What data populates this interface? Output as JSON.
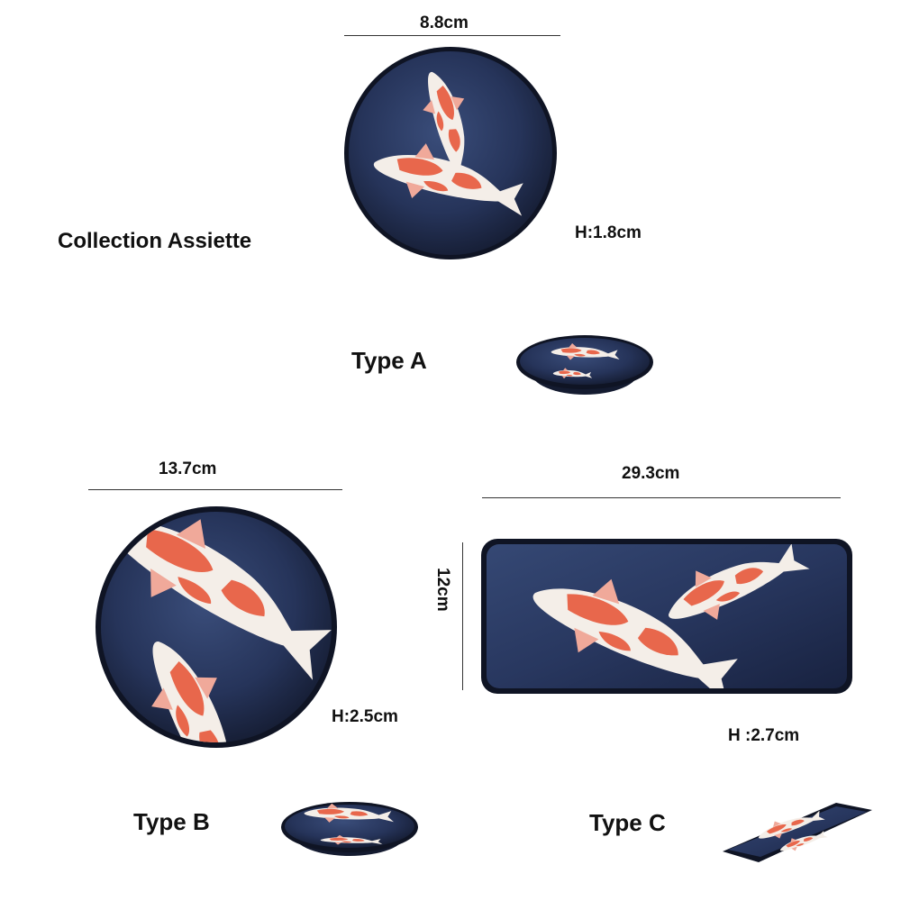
{
  "title": "Collection Assiette",
  "colors": {
    "glaze_dark": "#1b2540",
    "glaze_mid": "#2d3c63",
    "koi_white": "#f4eee8",
    "koi_orange": "#e8674c",
    "koi_fin": "#f0a99a",
    "rim": "#0f1424"
  },
  "type_a": {
    "label": "Type A",
    "width": "8.8cm",
    "height": "H:1.8cm"
  },
  "type_b": {
    "label": "Type B",
    "width": "13.7cm",
    "height": "H:2.5cm"
  },
  "type_c": {
    "label": "Type C",
    "width": "29.3cm",
    "depth": "12cm",
    "height": "H :2.7cm"
  }
}
